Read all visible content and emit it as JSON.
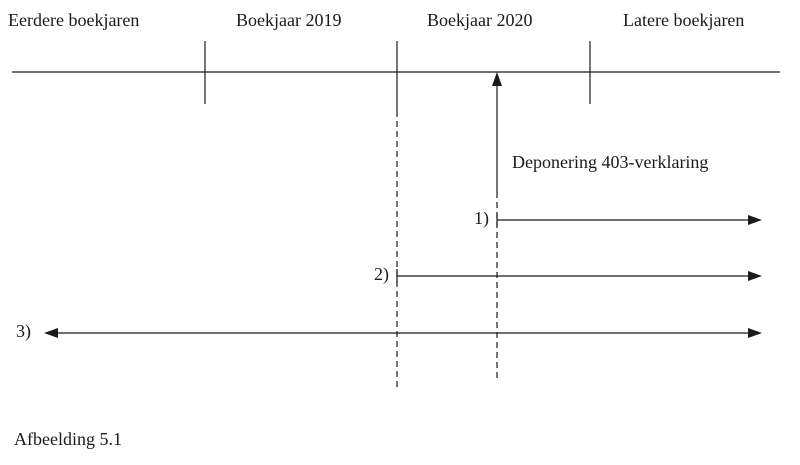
{
  "timeline": {
    "periods": [
      "Eerdere boekjaren",
      "Boekjaar 2019",
      "Boekjaar 2020",
      "Latere boekjaren"
    ]
  },
  "filing_label": "Deponering 403-verklaring",
  "cases": [
    {
      "label": "1)"
    },
    {
      "label": "2)"
    },
    {
      "label": "3)"
    }
  ],
  "caption": "Afbeelding 5.1",
  "colors": {
    "ink": "#1a1a1a",
    "background": "#ffffff"
  }
}
